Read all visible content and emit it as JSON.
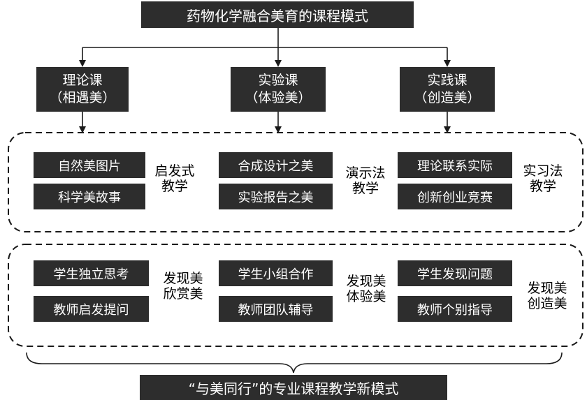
{
  "title": "药物化学融合美育的课程模式",
  "courses": [
    {
      "name": "理论课",
      "sub": "（相遇美）"
    },
    {
      "name": "实验课",
      "sub": "（体验美）"
    },
    {
      "name": "实践课",
      "sub": "（创造美）"
    }
  ],
  "methods": [
    {
      "items": [
        "自然美图片",
        "科学美故事"
      ],
      "label_line1": "启发式",
      "label_line2": "教学"
    },
    {
      "items": [
        "合成设计之美",
        "实验报告之美"
      ],
      "label_line1": "演示法",
      "label_line2": "教学"
    },
    {
      "items": [
        "理论联系实际",
        "创新创业竞赛"
      ],
      "label_line1": "实习法",
      "label_line2": "教学"
    }
  ],
  "activities": [
    {
      "items": [
        "学生独立思考",
        "教师启发提问"
      ],
      "label_line1": "发现美",
      "label_line2": "欣赏美"
    },
    {
      "items": [
        "学生小组合作",
        "教师团队辅导"
      ],
      "label_line1": "发现美",
      "label_line2": "体验美"
    },
    {
      "items": [
        "学生发现问题",
        "教师个别指导"
      ],
      "label_line1": "发现美",
      "label_line2": "创造美"
    }
  ],
  "bottom": "“与美同行”的专业课程教学新模式",
  "colors": {
    "box": "#2d2d2d",
    "box_text": "#ffffff",
    "line": "#1a1a1a"
  }
}
